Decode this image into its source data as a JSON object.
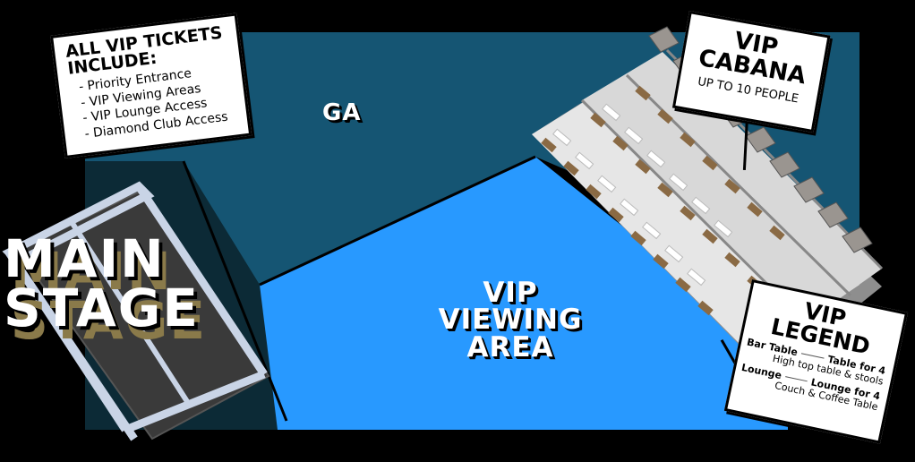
{
  "map": {
    "colors": {
      "background": "#000000",
      "ga_zone": "#155573",
      "vip_zone": "#2899ff",
      "stage_zone": "#0c2a36",
      "tier_top": "#e6e6e6",
      "tier_side": "#8e8e8e",
      "table": "#8a6a44",
      "couch": "#ffffff",
      "cabana": "#9a9590",
      "stage_shadow_text": "#8a7a4a"
    },
    "zones": {
      "ga": {
        "label": "GA"
      },
      "vip_viewing": {
        "label_lines": [
          "VIP",
          "VIEWING",
          "AREA"
        ]
      },
      "main_stage": {
        "label_lines": [
          "MAIN",
          "STAGE"
        ]
      }
    }
  },
  "signs": {
    "vip_includes": {
      "title_lines": [
        "ALL VIP TICKETS",
        "INCLUDE:"
      ],
      "items": [
        "- Priority Entrance",
        "- VIP Viewing Areas",
        "- VIP Lounge Access",
        "- Diamond Club Access"
      ]
    },
    "vip_cabana": {
      "title_lines": [
        "VIP",
        "CABANA"
      ],
      "subtitle": "UP TO 10 PEOPLE"
    },
    "vip_legend": {
      "title_lines": [
        "VIP",
        "LEGEND"
      ],
      "entries": [
        {
          "left": "Bar Table",
          "right": "Table for 4",
          "desc": "High top table & stools"
        },
        {
          "left": "Lounge",
          "right": "Lounge for 4",
          "desc": "Couch & Coffee Table"
        }
      ]
    }
  }
}
